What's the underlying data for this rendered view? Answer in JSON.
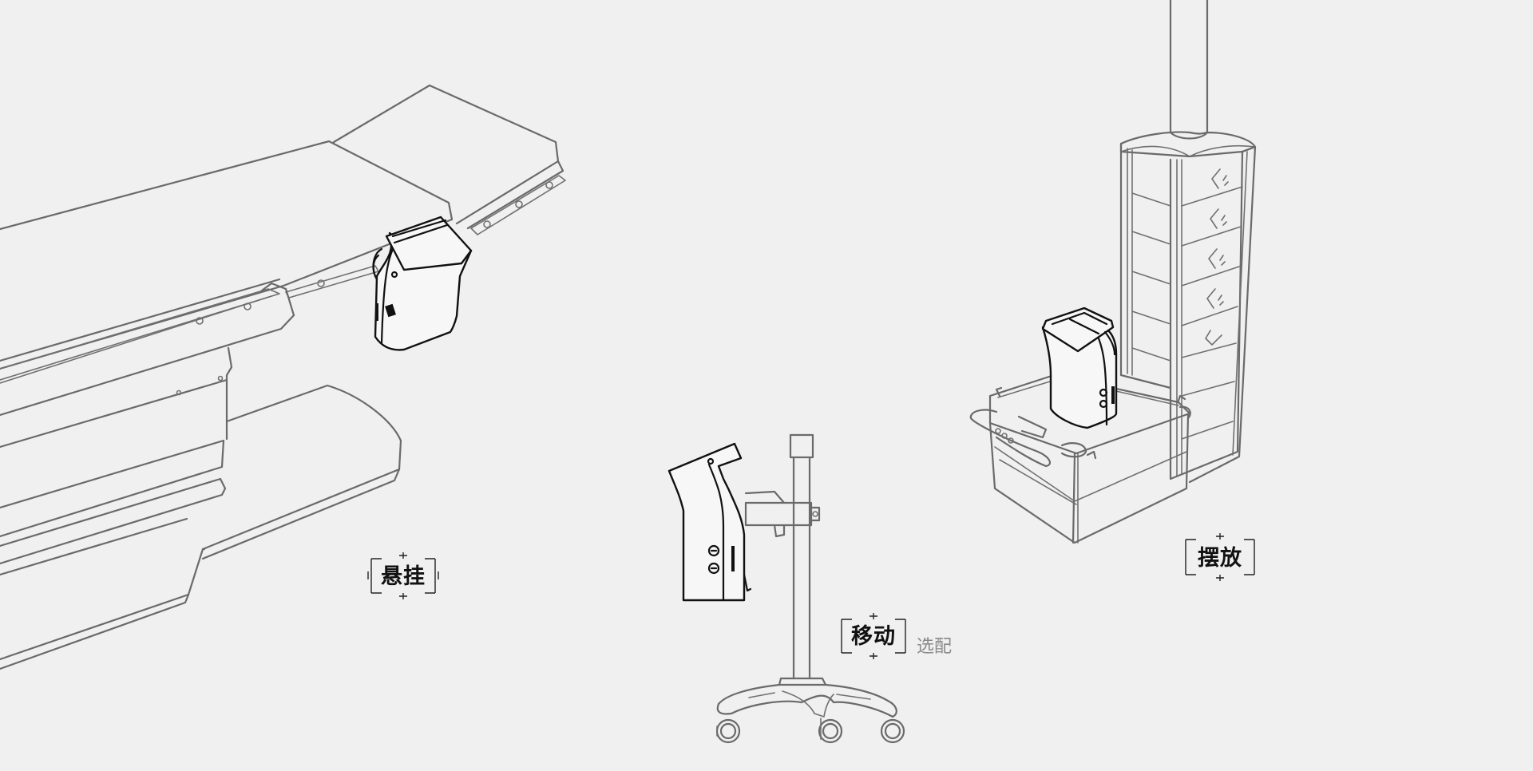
{
  "labels": {
    "hanging": "悬挂",
    "mobile": "移动",
    "mobile_optional": "选配",
    "placement": "摆放"
  },
  "colors": {
    "background": "#f0f0f0",
    "outline_gray": "#6a6a6a",
    "device_black": "#111111",
    "optional_text": "#8a8a8a"
  }
}
